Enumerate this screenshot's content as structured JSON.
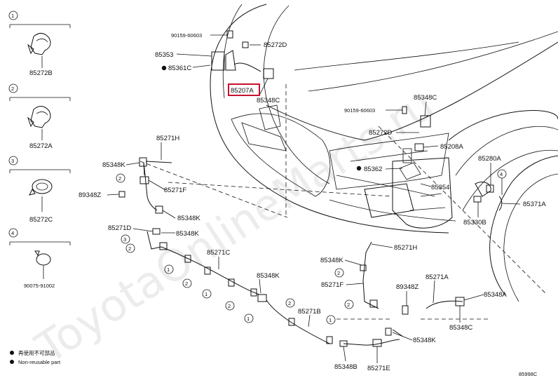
{
  "watermark": "ToyotaOnlineMarts.ru",
  "highlight_color": "#c8102e",
  "legend": {
    "inset1_num": "1",
    "inset1_part": "85272B",
    "inset2_num": "2",
    "inset2_part": "85272A",
    "inset3_num": "3",
    "inset3_part": "85272C",
    "inset4_num": "4",
    "inset4_part": "90075-91002",
    "nonreuse_jp": "再使用不可部品",
    "nonreuse_en": "Non-reusable part"
  },
  "labels": {
    "p90159_60603_top": "90159-60603",
    "p85272D_top": "85272D",
    "p85353": "85353",
    "p85361C": "85361C",
    "p85207A": "85207A",
    "p85348C_top": "85348C",
    "p85348C_right": "85348C",
    "p90159_60603_right": "90159-60603",
    "p85272D_right": "85272D",
    "p85208A": "85208A",
    "p85362": "85362",
    "p85354": "85354",
    "p85280A": "85280A",
    "p85371A": "85371A",
    "p85330B": "85330B",
    "p85271H_left": "85271H",
    "p85348K_1": "85348K",
    "p89348Z_left": "89348Z",
    "p85271F_left": "85271F",
    "p85348K_2": "85348K",
    "p85271D": "85271D",
    "p85348K_3": "85348K",
    "p85271C": "85271C",
    "p85348K_4": "85348K",
    "p85271B": "85271B",
    "p85348B": "85348B",
    "p85271E": "85271E",
    "p85348K_5": "85348K",
    "p85271H_right": "85271H",
    "p85348K_6": "85348K",
    "p85271F_right": "85271F",
    "p89348Z_right": "89348Z",
    "p85271A": "85271A",
    "p85348A": "85348A",
    "p85348C_bottom": "85348C",
    "ref_code": "85998C"
  },
  "callouts": {
    "c1": "1",
    "c2": "2",
    "c3": "3",
    "c4": "4"
  }
}
